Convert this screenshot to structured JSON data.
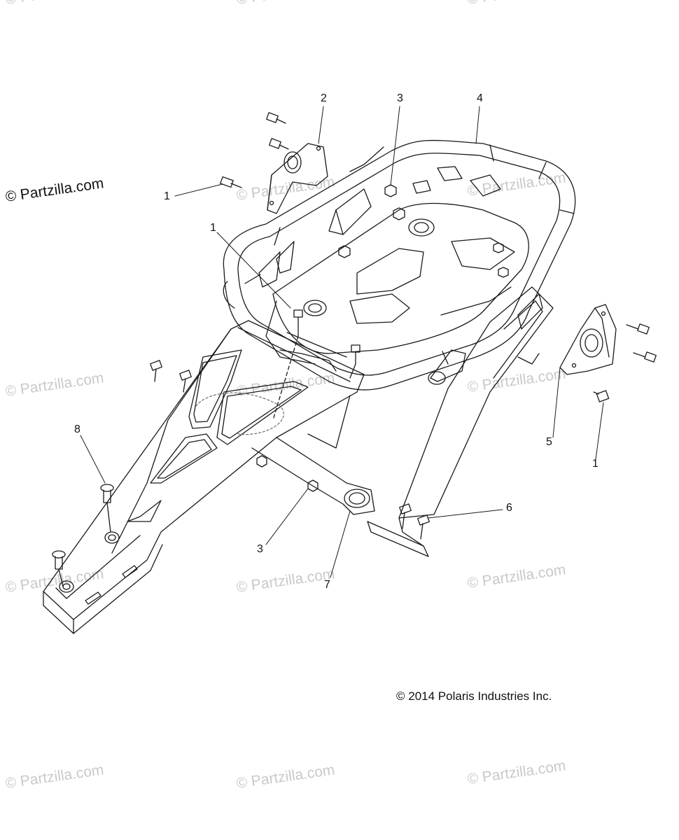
{
  "watermarks": {
    "primary": "© Partzilla.com",
    "repeat": "© Partzilla.com"
  },
  "copyright": "© 2014 Polaris Industries Inc.",
  "callouts": [
    {
      "id": "c1a",
      "label": "1"
    },
    {
      "id": "c1b",
      "label": "1"
    },
    {
      "id": "c1c",
      "label": "1"
    },
    {
      "id": "c2",
      "label": "2"
    },
    {
      "id": "c3a",
      "label": "3"
    },
    {
      "id": "c3b",
      "label": "3"
    },
    {
      "id": "c4",
      "label": "4"
    },
    {
      "id": "c5",
      "label": "5"
    },
    {
      "id": "c6",
      "label": "6"
    },
    {
      "id": "c7",
      "label": "7"
    },
    {
      "id": "c8",
      "label": "8"
    }
  ],
  "colors": {
    "line": "#1a1a1a",
    "watermark": "#c9c9c9",
    "background": "#ffffff"
  }
}
